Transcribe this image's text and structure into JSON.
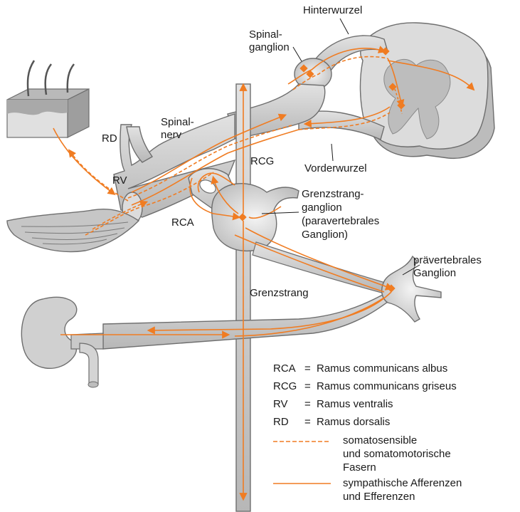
{
  "labels": {
    "hinterwurzel": "Hinterwurzel",
    "spinalganglion": "Spinal-\nganglion",
    "spinalnerv": "Spinal-\nnerv",
    "rd": "RD",
    "rv": "RV",
    "rcg": "RCG",
    "rca": "RCA",
    "vorderwurzel": "Vorderwurzel",
    "grenzstrangganglion": "Grenzstrang-\nganglion\n(paravertebrales\nGanglion)",
    "praevertebrales": "prävertebrales\nGanglion",
    "grenzstrang": "Grenzstrang"
  },
  "legend": {
    "abbreviations": [
      {
        "key": "RCA",
        "sep": "=",
        "text": "Ramus communicans albus"
      },
      {
        "key": "RCG",
        "sep": "=",
        "text": "Ramus communicans griseus"
      },
      {
        "key": "RV",
        "sep": "=",
        "text": "Ramus ventralis"
      },
      {
        "key": "RD",
        "sep": "=",
        "text": "Ramus dorsalis"
      }
    ],
    "dashed": "somatosensible\nund somatomotorische\nFasern",
    "solid": "sympathische Afferenzen\nund Efferenzen"
  },
  "colors": {
    "fiber": "#f07c22",
    "nerve_fill": "#c9c9c9",
    "nerve_stroke": "#6e6e6e",
    "cord_fill": "#d6d6d6",
    "skin_top": "#b9b9b9",
    "text": "#1a1a1a"
  }
}
